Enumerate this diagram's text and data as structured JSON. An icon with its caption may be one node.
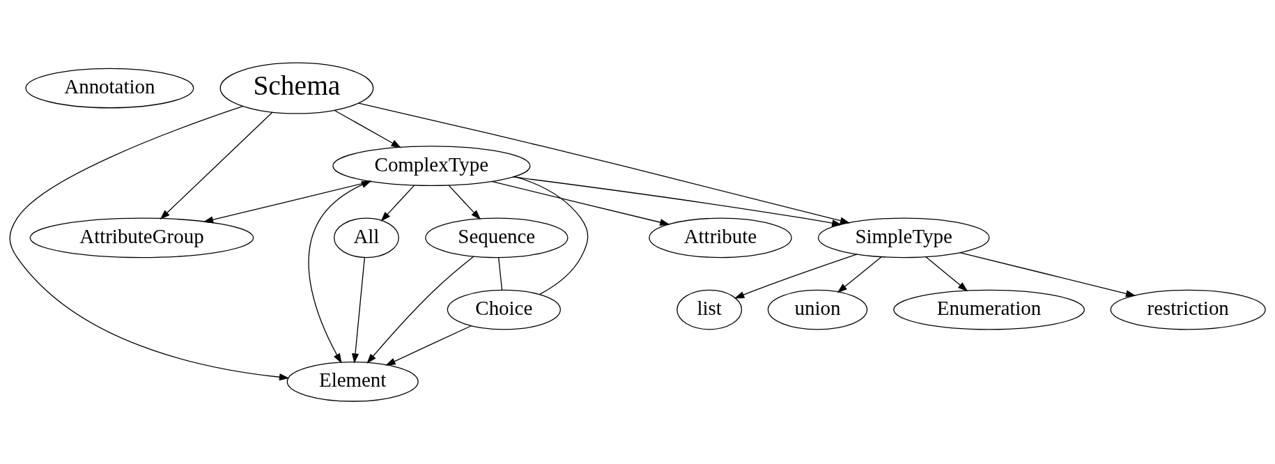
{
  "diagram": {
    "nodes": [
      {
        "text": [
          "Annotation"
        ]
      },
      {
        "text": [
          "Schema"
        ]
      },
      {
        "text": [
          "AttributeGroup"
        ]
      },
      {
        "text": [
          "All"
        ]
      },
      {
        "text": [
          "Element"
        ]
      },
      {
        "text": [
          "ComplexType"
        ]
      },
      {
        "text": [
          "restriction"
        ]
      },
      {
        "text": [
          "list"
        ]
      },
      {
        "text": [
          "union"
        ]
      },
      {
        "text": [
          "Enumeration"
        ]
      },
      {
        "text": [
          "SimpleType"
        ]
      },
      {
        "text": [
          "Attribute"
        ]
      },
      {
        "text": [
          "Sequence"
        ]
      },
      {
        "text": [
          "Choice"
        ]
      }
    ],
    "edges": [
      {
        "from": 1,
        "to": 2,
        "arrow": "to"
      },
      {
        "from": 5,
        "to": 2,
        "arrow": "to"
      },
      {
        "from": 1,
        "to": 10,
        "arrow": "to"
      },
      {
        "from": 1,
        "to": 4,
        "arrow": "to"
      },
      {
        "from": 1,
        "to": 5,
        "arrow": "to"
      },
      {
        "from": 3,
        "to": 4,
        "arrow": "to"
      },
      {
        "from": 5,
        "to": 3,
        "arrow": "to"
      },
      {
        "from": 5,
        "to": 4,
        "arrow": "both"
      },
      {
        "from": 5,
        "to": 10,
        "arrow": "to"
      },
      {
        "from": 5,
        "to": 11,
        "arrow": "to"
      },
      {
        "from": 5,
        "to": 12,
        "arrow": "to"
      },
      {
        "from": 5,
        "to": 13,
        "arrow": "none"
      },
      {
        "from": 12,
        "to": 13,
        "arrow": "none"
      },
      {
        "from": 12,
        "to": 4,
        "arrow": "to"
      },
      {
        "from": 13,
        "to": 4,
        "arrow": "to"
      },
      {
        "from": 10,
        "to": 6,
        "arrow": "to"
      },
      {
        "from": 10,
        "to": 7,
        "arrow": "to"
      },
      {
        "from": 10,
        "to": 8,
        "arrow": "to"
      },
      {
        "from": 10,
        "to": 9,
        "arrow": "to"
      }
    ]
  }
}
